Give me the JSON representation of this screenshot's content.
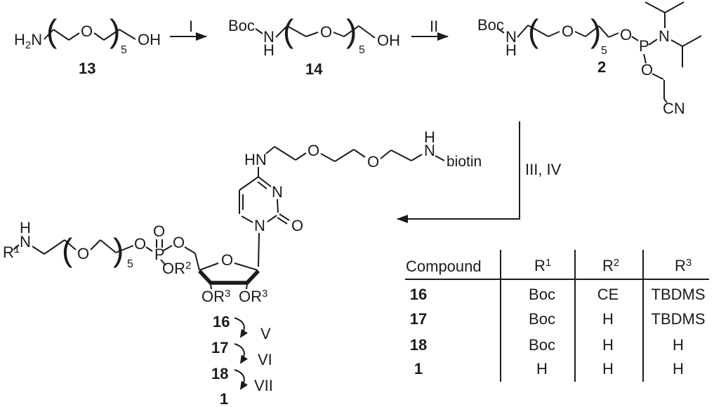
{
  "figure": {
    "type": "chemical-reaction-scheme",
    "description": "Multistep synthesis scheme: amino-PEG alcohol 13 is Boc-protected (I) to 14, converted (II) to phosphoramidite 2, then coupled (III, IV) to a biotinylated cytidine nucleoside giving compounds 16, 17, 18 and 1 via steps V, VI, VII; substituent table defines R1, R2, R3."
  },
  "atoms": {
    "o": "O",
    "oh": "OH",
    "n": "N",
    "h": "H",
    "h2": "2",
    "p": "P",
    "cn": "CN",
    "hn": "HN",
    "boc": "Boc",
    "biotin": "biotin",
    "r": "R",
    "sup1": "1",
    "sup2": "2",
    "sup3": "3",
    "sub5": "5",
    "lparen": "(",
    "rparen": ")"
  },
  "compounds": {
    "c13": "13",
    "c14": "14",
    "c2": "2",
    "c16": "16",
    "c17": "17",
    "c18": "18",
    "c1": "1"
  },
  "steps": {
    "i": "I",
    "ii": "II",
    "iii_iv": "III, IV",
    "v": "V",
    "vi": "VI",
    "vii": "VII"
  },
  "table": {
    "headers": {
      "compound": "Compound",
      "r": "R",
      "sup1": "1",
      "sup2": "2",
      "sup3": "3"
    },
    "rows": [
      {
        "compound": "16",
        "r1": "Boc",
        "r2": "CE",
        "r3": "TBDMS"
      },
      {
        "compound": "17",
        "r1": "Boc",
        "r2": "H",
        "r3": "TBDMS"
      },
      {
        "compound": "18",
        "r1": "Boc",
        "r2": "H",
        "r3": "H"
      },
      {
        "compound": "1",
        "r1": "H",
        "r2": "H",
        "r3": "H"
      }
    ]
  }
}
